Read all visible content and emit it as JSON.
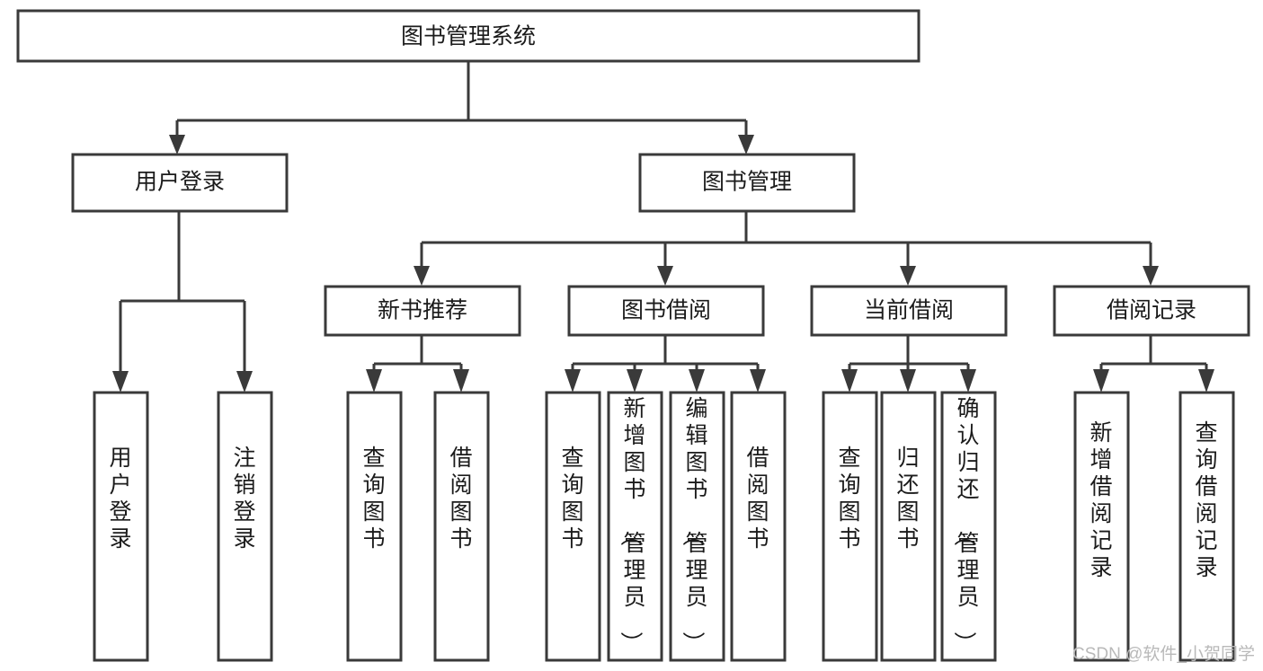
{
  "diagram": {
    "title_node": {
      "label": "图书管理系统",
      "orientation": "horizontal"
    },
    "level1": [
      {
        "id": "user-login",
        "label": "用户登录",
        "orientation": "horizontal"
      },
      {
        "id": "book-management",
        "label": "图书管理",
        "orientation": "horizontal"
      }
    ],
    "level2": [
      {
        "id": "new-book-recommend",
        "label": "新书推荐",
        "orientation": "horizontal",
        "parent": "book-management"
      },
      {
        "id": "book-borrow",
        "label": "图书借阅",
        "orientation": "horizontal",
        "parent": "book-management"
      },
      {
        "id": "current-borrow",
        "label": "当前借阅",
        "orientation": "horizontal",
        "parent": "book-management"
      },
      {
        "id": "borrow-record",
        "label": "借阅记录",
        "orientation": "horizontal",
        "parent": "book-management"
      }
    ],
    "leaves": [
      {
        "id": "leaf-user-login",
        "label": "用户登录",
        "orientation": "vertical",
        "parent": "user-login"
      },
      {
        "id": "leaf-logout-login",
        "label": "注销登录",
        "orientation": "vertical",
        "parent": "user-login"
      },
      {
        "id": "leaf-query-book-1",
        "label": "查询图书",
        "orientation": "vertical",
        "parent": "new-book-recommend"
      },
      {
        "id": "leaf-borrow-book-1",
        "label": "借阅图书",
        "orientation": "vertical",
        "parent": "new-book-recommend"
      },
      {
        "id": "leaf-query-book-2",
        "label": "查询图书",
        "orientation": "vertical",
        "parent": "book-borrow"
      },
      {
        "id": "leaf-add-book",
        "label": "新增图书（管理员）",
        "orientation": "vertical",
        "parent": "book-borrow"
      },
      {
        "id": "leaf-edit-book",
        "label": "编辑图书（管理员）",
        "orientation": "vertical",
        "parent": "book-borrow"
      },
      {
        "id": "leaf-borrow-book-2",
        "label": "借阅图书",
        "orientation": "vertical",
        "parent": "book-borrow"
      },
      {
        "id": "leaf-query-book-3",
        "label": "查询图书",
        "orientation": "vertical",
        "parent": "current-borrow"
      },
      {
        "id": "leaf-return-book",
        "label": "归还图书",
        "orientation": "vertical",
        "parent": "current-borrow"
      },
      {
        "id": "leaf-confirm-return",
        "label": "确认归还（管理员）",
        "orientation": "vertical",
        "parent": "current-borrow"
      },
      {
        "id": "leaf-add-borrow-record",
        "label": "新增借阅记录",
        "orientation": "vertical",
        "parent": "borrow-record"
      },
      {
        "id": "leaf-query-borrow-record",
        "label": "查询借阅记录",
        "orientation": "vertical",
        "parent": "borrow-record"
      }
    ],
    "watermark": "CSDN @软件_小贺同学",
    "colors": {
      "box_stroke": "#3a3a3a",
      "box_fill": "#ffffff",
      "text": "#1b1b1b",
      "watermark": "#b9b9b9",
      "background": "#ffffff"
    }
  }
}
